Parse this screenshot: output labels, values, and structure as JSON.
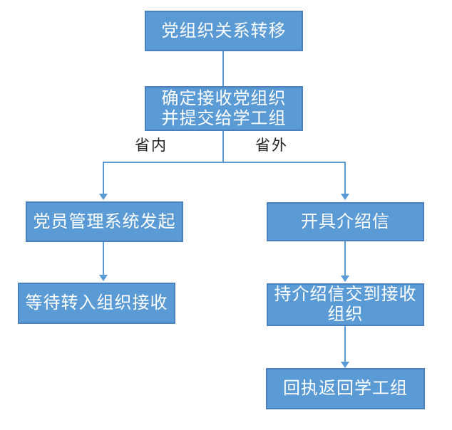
{
  "colors": {
    "background": "#ffffff",
    "node_fill": "#5b9bd5",
    "node_border": "#4a80c0",
    "node_text": "#ffffff",
    "connector": "#5b9bd5",
    "branch_label_text": "#1f1f1f"
  },
  "flow": {
    "root": {
      "label": "党组织关系转移"
    },
    "determine": {
      "line1": "确定接收党组织",
      "line2": "并提交给学工组"
    },
    "branch": {
      "left_label": "省内",
      "right_label": "省外"
    },
    "left": {
      "step1": {
        "label": "党员管理系统发起"
      },
      "step2": {
        "label": "等待转入组织接收"
      }
    },
    "right": {
      "step1": {
        "label": "开具介绍信"
      },
      "step2": {
        "line1": "持介绍信交到接收",
        "line2": "组织"
      },
      "step3": {
        "label": "回执返回学工组"
      }
    }
  }
}
